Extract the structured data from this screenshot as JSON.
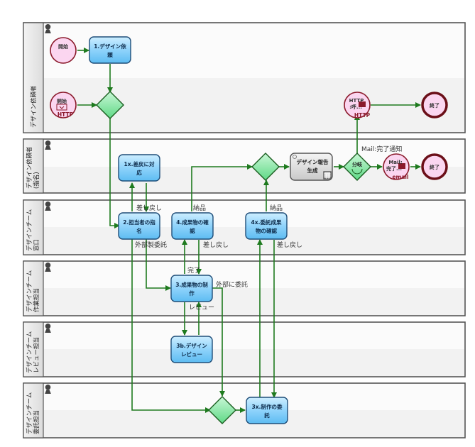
{
  "lanes": [
    {
      "name": "デザイン依頼者"
    },
    {
      "name": "デザイン依頼者\n(指名)"
    },
    {
      "name": "デザインチーム\n窓口"
    },
    {
      "name": "デザインチーム\n作業担当"
    },
    {
      "name": "デザインチーム\nレビュー担当"
    },
    {
      "name": "デザインチーム\n委託担当"
    }
  ],
  "events": {
    "start1": "開始",
    "start2": "開始",
    "start2_type": "HTTP",
    "http_call_line1": "HTTP",
    "http_call_line2": ":呼...",
    "http_call_type": "HTTP",
    "end1": "終了",
    "mail_line1": "Mail:",
    "mail_line2": "完了...",
    "mail_type": "email",
    "end2": "終了"
  },
  "tasks": {
    "t1": [
      "1.デザイン依",
      "頼"
    ],
    "t1x": [
      "1x.差戻に対",
      "応"
    ],
    "t2": [
      "2.担当者の指",
      "名"
    ],
    "t3": [
      "3.成果物の制",
      "作"
    ],
    "t3b": [
      "3b.デザイン",
      "レビュー"
    ],
    "t3x": [
      "3x.制作の委",
      "託"
    ],
    "t4": [
      "4.成果物の確",
      "認"
    ],
    "t4x": [
      "4x.委託成果",
      "物の確認"
    ],
    "report": [
      "デザイン報告",
      "生成"
    ]
  },
  "gateways": {
    "split": "分岐"
  },
  "flow_labels": {
    "mail_notify": "Mail:完了通知",
    "sendback1": "差し戻し",
    "outsource_self": "外部製委託",
    "deliver1": "納品",
    "sendback2": "差し戻し",
    "deliver2": "納品",
    "sendback3": "差し戻し",
    "complete": "完了",
    "outsource": "外部に委託",
    "review": "レビュー"
  },
  "colors": {
    "flow": "#1e7a1e",
    "task_border": "#1f4e79",
    "event_border": "#8b1a2b",
    "gateway_fill": "#7be39a"
  }
}
